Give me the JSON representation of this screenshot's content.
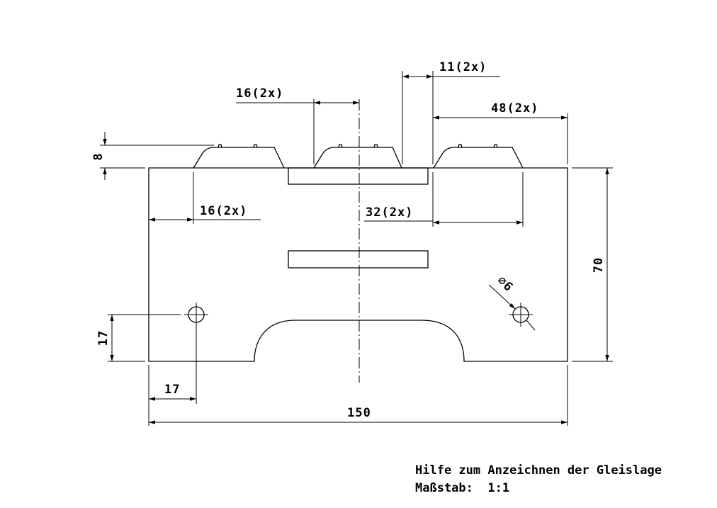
{
  "dimensions": {
    "d_11": "11(2x)",
    "d_16_top": "16(2x)",
    "d_48": "48(2x)",
    "d_8": "8",
    "d_16_mid": "16(2x)",
    "d_32": "32(2x)",
    "d_70": "70",
    "d_dia6": "⌀6",
    "d_17_v": "17",
    "d_17_h": "17",
    "d_150": "150"
  },
  "caption": {
    "line1": "Hilfe zum Anzeichnen der Gleislage",
    "line2": "Maßstab:  1:1"
  }
}
